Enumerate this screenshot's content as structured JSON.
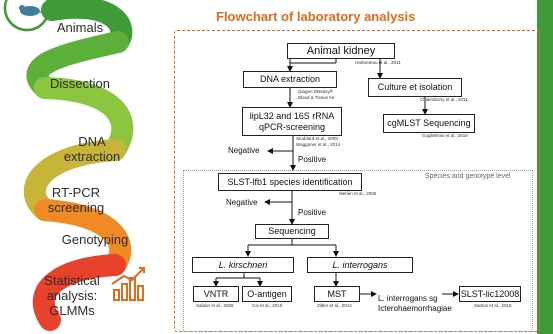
{
  "left_steps": [
    {
      "label": "Animals"
    },
    {
      "label": "Dissection"
    },
    {
      "label": "DNA\nextraction"
    },
    {
      "label": "RT-PCR\nscreening"
    },
    {
      "label": "Genotyping"
    },
    {
      "label": "Statistical\nanalysis:\nGLMMs"
    }
  ],
  "title": "Flowchart of laboratory analysis",
  "species_note": "Species and genotype level",
  "boxes": {
    "kidney": "Animal kidney",
    "dna_extraction": "DNA extraction",
    "culture": "Culture et isolation",
    "lipl32": "lipL32 and 16S rRNA\nqPCR-screening",
    "cgmlst": "cgMLST Sequencing",
    "slst": "SLST-lfb1 species identification",
    "sequencing": "Sequencing",
    "kirschneri": "L. kirschneri",
    "interrogans": "L. interrogans",
    "vntr": "VNTR",
    "oantigen": "O-antigen",
    "mst": "MST",
    "icterohaem": "L. interrogans sg\nIcterohaemorrhagiae",
    "slst_lic": "SLST-lic12008"
  },
  "refs": {
    "kidney": "Harbreteau et al., 2011",
    "dna_kit": "Qiagen DNeasy®\nBlood & Tissue Kit",
    "culture": "Chakraborty et al., 2011",
    "lipl32": "Stoddard et al., 2009\nWaggoner et al., 2014",
    "cgmlst": "Guglielmini et al., 2019",
    "slst": "Merien et al., 2005",
    "vntr": "Salaün et al., 2006",
    "oantigen": "Cai et al., 2010",
    "mst": "Zilber et al., 2014",
    "slst_lic": "Santos et al., 2018"
  },
  "labels": {
    "negative1": "Negative",
    "positive1": "Positive",
    "negative2": "Negative",
    "positive2": "Positive"
  },
  "colors": {
    "accent": "#e36c1c",
    "green_dark": "#3f9a3a",
    "green_light": "#8cc63f",
    "orange": "#f08a24",
    "red": "#e8412c"
  }
}
